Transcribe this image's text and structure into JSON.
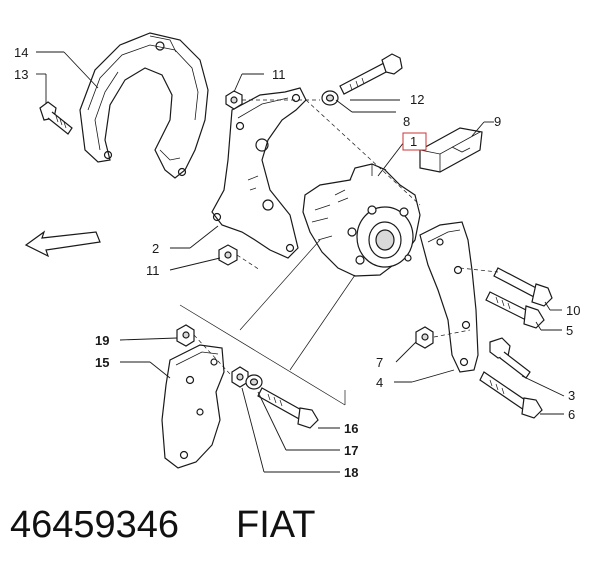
{
  "callouts": {
    "c1": "1",
    "c2": "2",
    "c3": "3",
    "c4": "4",
    "c5": "5",
    "c6": "6",
    "c7": "7",
    "c8": "8",
    "c9": "9",
    "c10": "10",
    "c11a": "11",
    "c11b": "11",
    "c12": "12",
    "c13": "13",
    "c14": "14",
    "c15": "15",
    "c16": "16",
    "c17": "17",
    "c18": "18",
    "c19": "19"
  },
  "caption": {
    "part_number": "46459346",
    "brand": "FIAT"
  },
  "colors": {
    "line": "#1a1a1a",
    "part_fill": "#ffffff",
    "part_shade": "#d9d9d9",
    "highlight_box": "#cc3333"
  }
}
